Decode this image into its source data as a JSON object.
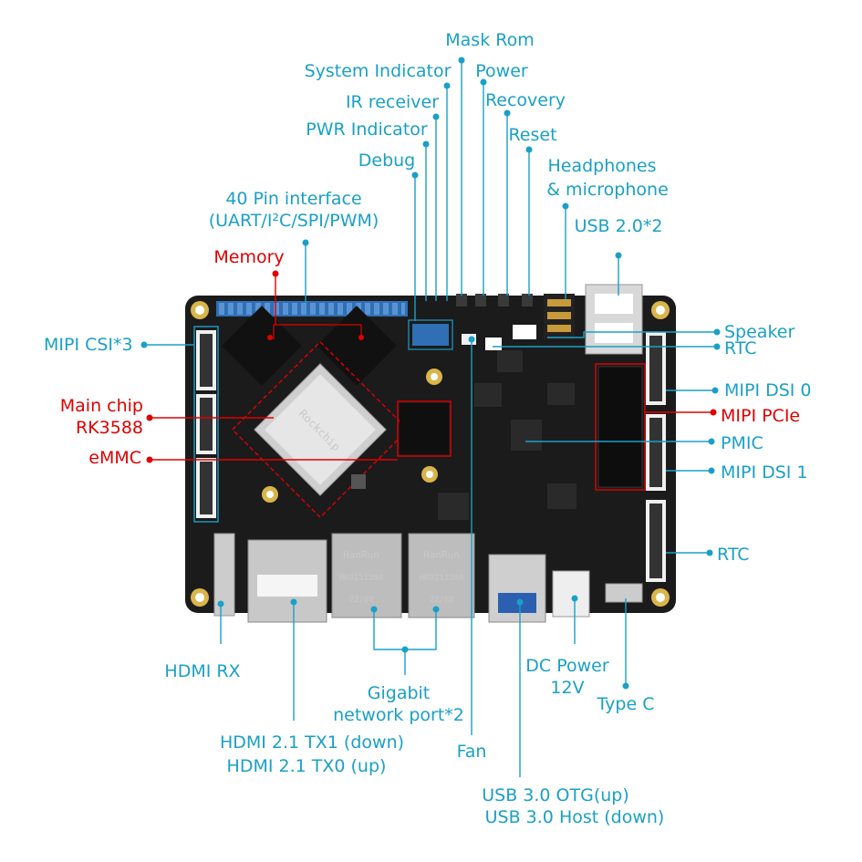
{
  "colors": {
    "label": "#1aa0c8",
    "highlight": "#e00000",
    "board": "#1b1b1b"
  },
  "chip_marks": {
    "brand": "Rockchip",
    "lan1": "HanRun",
    "lan1_part": "HR911130A",
    "lan1_date": "22/08",
    "lan2": "HanRun",
    "lan2_part": "HR911130A",
    "lan2_date": "22/08"
  },
  "labels": {
    "mask_rom": "Mask Rom",
    "system_indicator": "System Indicator",
    "power": "Power",
    "ir_receiver": "IR receiver",
    "recovery": "Recovery",
    "pwr_indicator": "PWR Indicator",
    "reset": "Reset",
    "debug": "Debug",
    "headphones_1": "Headphones",
    "headphones_2": "& microphone",
    "pin40_1": "40 Pin interface",
    "pin40_2": "(UART/I²C/SPI/PWM)",
    "usb20": "USB 2.0*2",
    "memory": "Memory",
    "speaker": "Speaker",
    "rtc_top": "RTC",
    "mipi_csi": "MIPI CSI*3",
    "mipi_dsi0": "MIPI DSI 0",
    "main_chip_1": "Main chip",
    "main_chip_2": "RK3588",
    "mipi_pcie": "MIPI PCIe",
    "pmic": "PMIC",
    "emmc": "eMMC",
    "mipi_dsi1": "MIPI DSI 1",
    "rtc_bottom": "RTC",
    "hdmi_rx": "HDMI RX",
    "dc_power_1": "DC Power",
    "dc_power_2": "12V",
    "gigabit_1": "Gigabit",
    "gigabit_2": "network port*2",
    "type_c": "Type C",
    "hdmi_tx_1": "HDMI 2.1 TX1 (down)",
    "hdmi_tx_2": "HDMI 2.1 TX0 (up)",
    "fan": "Fan",
    "usb30_1": "USB 3.0 OTG(up)",
    "usb30_2": "USB 3.0 Host (down)"
  }
}
